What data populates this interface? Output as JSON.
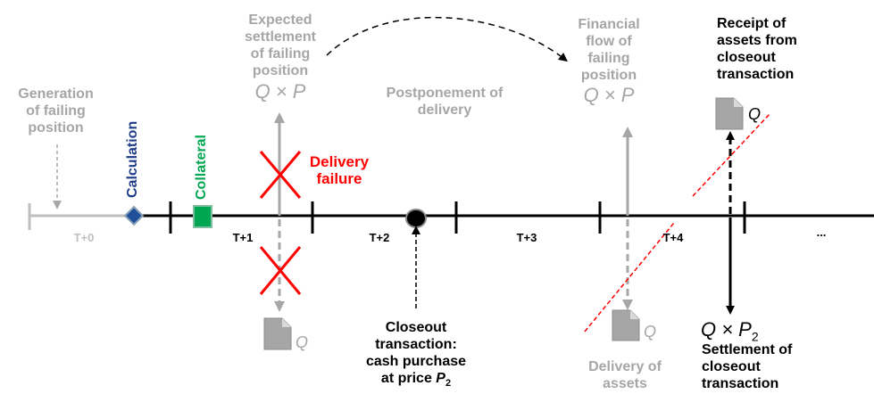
{
  "timeline": {
    "periods": [
      "T+0",
      "T+1",
      "T+2",
      "T+3",
      "T+4",
      "..."
    ],
    "colors": {
      "axis": "#000000",
      "past": "#bfbfbf",
      "fail": "#ff0000",
      "grey_arrow": "#a6a6a6",
      "calculation": "#1f3c88",
      "collateral": "#00a651"
    }
  },
  "labels": {
    "generation": [
      "Generation",
      "of failing",
      "position"
    ],
    "calculation": "Calculation",
    "collateral": "Collateral",
    "expected": [
      "Expected",
      "settlement",
      "of failing",
      "position"
    ],
    "expected_formula": "Q × P",
    "delivery_failure": [
      "Delivery",
      "failure"
    ],
    "postponement": [
      "Postponement of",
      "delivery"
    ],
    "financial_flow": [
      "Financial",
      "flow of",
      "failing",
      "position"
    ],
    "financial_formula": "Q × P",
    "receipt": [
      "Receipt of",
      "assets from",
      "closeout",
      "transaction"
    ],
    "closeout": [
      "Closeout",
      "transaction:",
      "cash purchase"
    ],
    "closeout_price_prefix": "at price ",
    "closeout_price_var": "P",
    "closeout_price_sub": "2",
    "delivery_assets": [
      "Delivery of",
      "assets"
    ],
    "settlement_formula_main": "Q × P",
    "settlement_formula_sub": "2",
    "settlement": [
      "Settlement of",
      "closeout",
      "transaction"
    ],
    "q_left": "Q",
    "q_middle": "Q",
    "q_right": "Q"
  },
  "icons": [
    "document-icon-left",
    "document-icon-middle",
    "document-icon-right"
  ]
}
